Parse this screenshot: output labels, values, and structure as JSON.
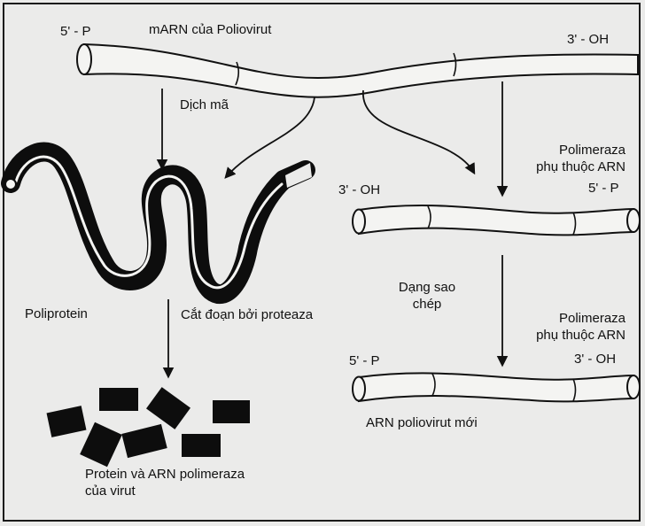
{
  "labels": {
    "five_p_top": "5' - P",
    "title": "mARN của Poliovirut",
    "three_oh_top": "3' - OH",
    "dich_ma": "Dịch mã",
    "pol_1_line1": "Polimeraza",
    "pol_1_line2": "phụ thuộc ARN",
    "three_oh_mid": "3' - OH",
    "five_p_mid": "5' - P",
    "dang_sao_line1": "Dạng sao",
    "dang_sao_line2": "chép",
    "poliprotein": "Poliprotein",
    "cat_doan": "Cắt đoạn bởi proteaza",
    "pol_2_line1": "Polimeraza",
    "pol_2_line2": "phụ thuộc ARN",
    "five_p_low": "5' - P",
    "three_oh_low": "3' - OH",
    "arn_moi": "ARN poliovirut mới",
    "protein_line1": "Protein và ARN polimeraza",
    "protein_line2": "của virut"
  },
  "colors": {
    "ink": "#111111",
    "background": "#ebebea",
    "tube_fill": "#f4f4f2"
  }
}
